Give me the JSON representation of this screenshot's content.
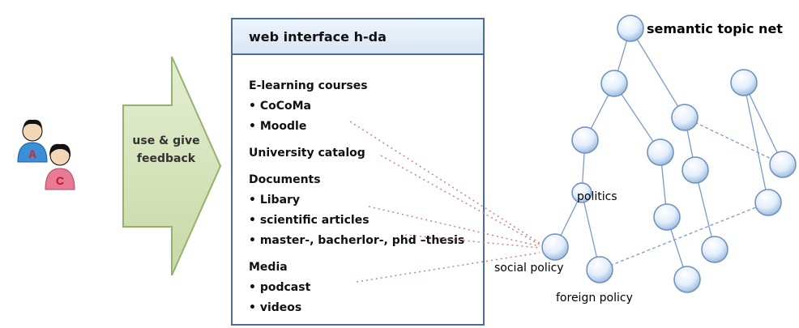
{
  "users": {
    "user_a_letter": "A",
    "user_c_letter": "C"
  },
  "arrow": {
    "label_line1": "use & give",
    "label_line2": "feedback"
  },
  "panel": {
    "title": "web interface  h-da",
    "sections": [
      {
        "heading": "E-learning courses",
        "items": [
          "CoCoMa",
          "Moodle"
        ]
      },
      {
        "heading": "University catalog",
        "items": []
      },
      {
        "heading": "Documents",
        "items": [
          "Libary",
          "scientific articles",
          "master-, bacherlor-, phd –thesis"
        ]
      },
      {
        "heading": "Media",
        "items": [
          "podcast",
          "videos"
        ]
      }
    ]
  },
  "topic_net": {
    "title": "semantic topic net",
    "labels": {
      "politics": "politics",
      "social_policy": "social policy",
      "foreign_policy": "foreign policy"
    }
  },
  "colors": {
    "arrow_fill": "#d6e4bc",
    "arrow_stroke": "#94b36a",
    "panel_border": "#4a6e95",
    "node_stroke": "#6a8fc0",
    "edge": "#7a9cc8",
    "link_dash": "#d08080"
  }
}
